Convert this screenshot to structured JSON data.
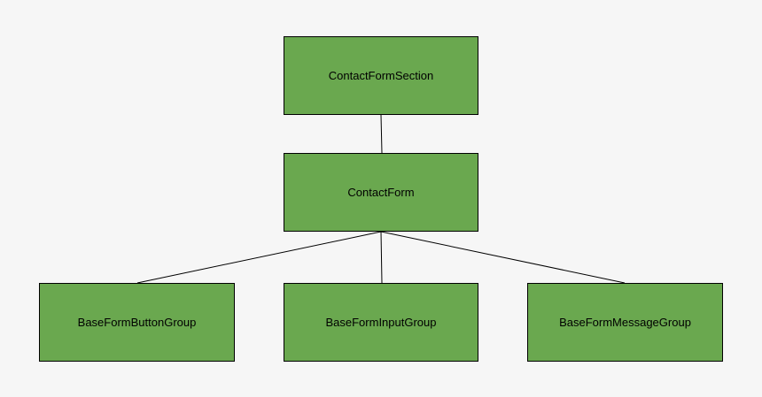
{
  "colors": {
    "background": "#f6f6f6",
    "node_fill": "#6aa84f",
    "node_border": "#000000",
    "connector": "#000000",
    "text": "#000000"
  },
  "nodes": {
    "root": {
      "label": "ContactFormSection"
    },
    "form": {
      "label": "ContactForm"
    },
    "button_group": {
      "label": "BaseFormButtonGroup"
    },
    "input_group": {
      "label": "BaseFormInputGroup"
    },
    "message_group": {
      "label": "BaseFormMessageGroup"
    }
  },
  "edges": [
    {
      "from": "root",
      "to": "form"
    },
    {
      "from": "form",
      "to": "button_group"
    },
    {
      "from": "form",
      "to": "input_group"
    },
    {
      "from": "form",
      "to": "message_group"
    }
  ]
}
